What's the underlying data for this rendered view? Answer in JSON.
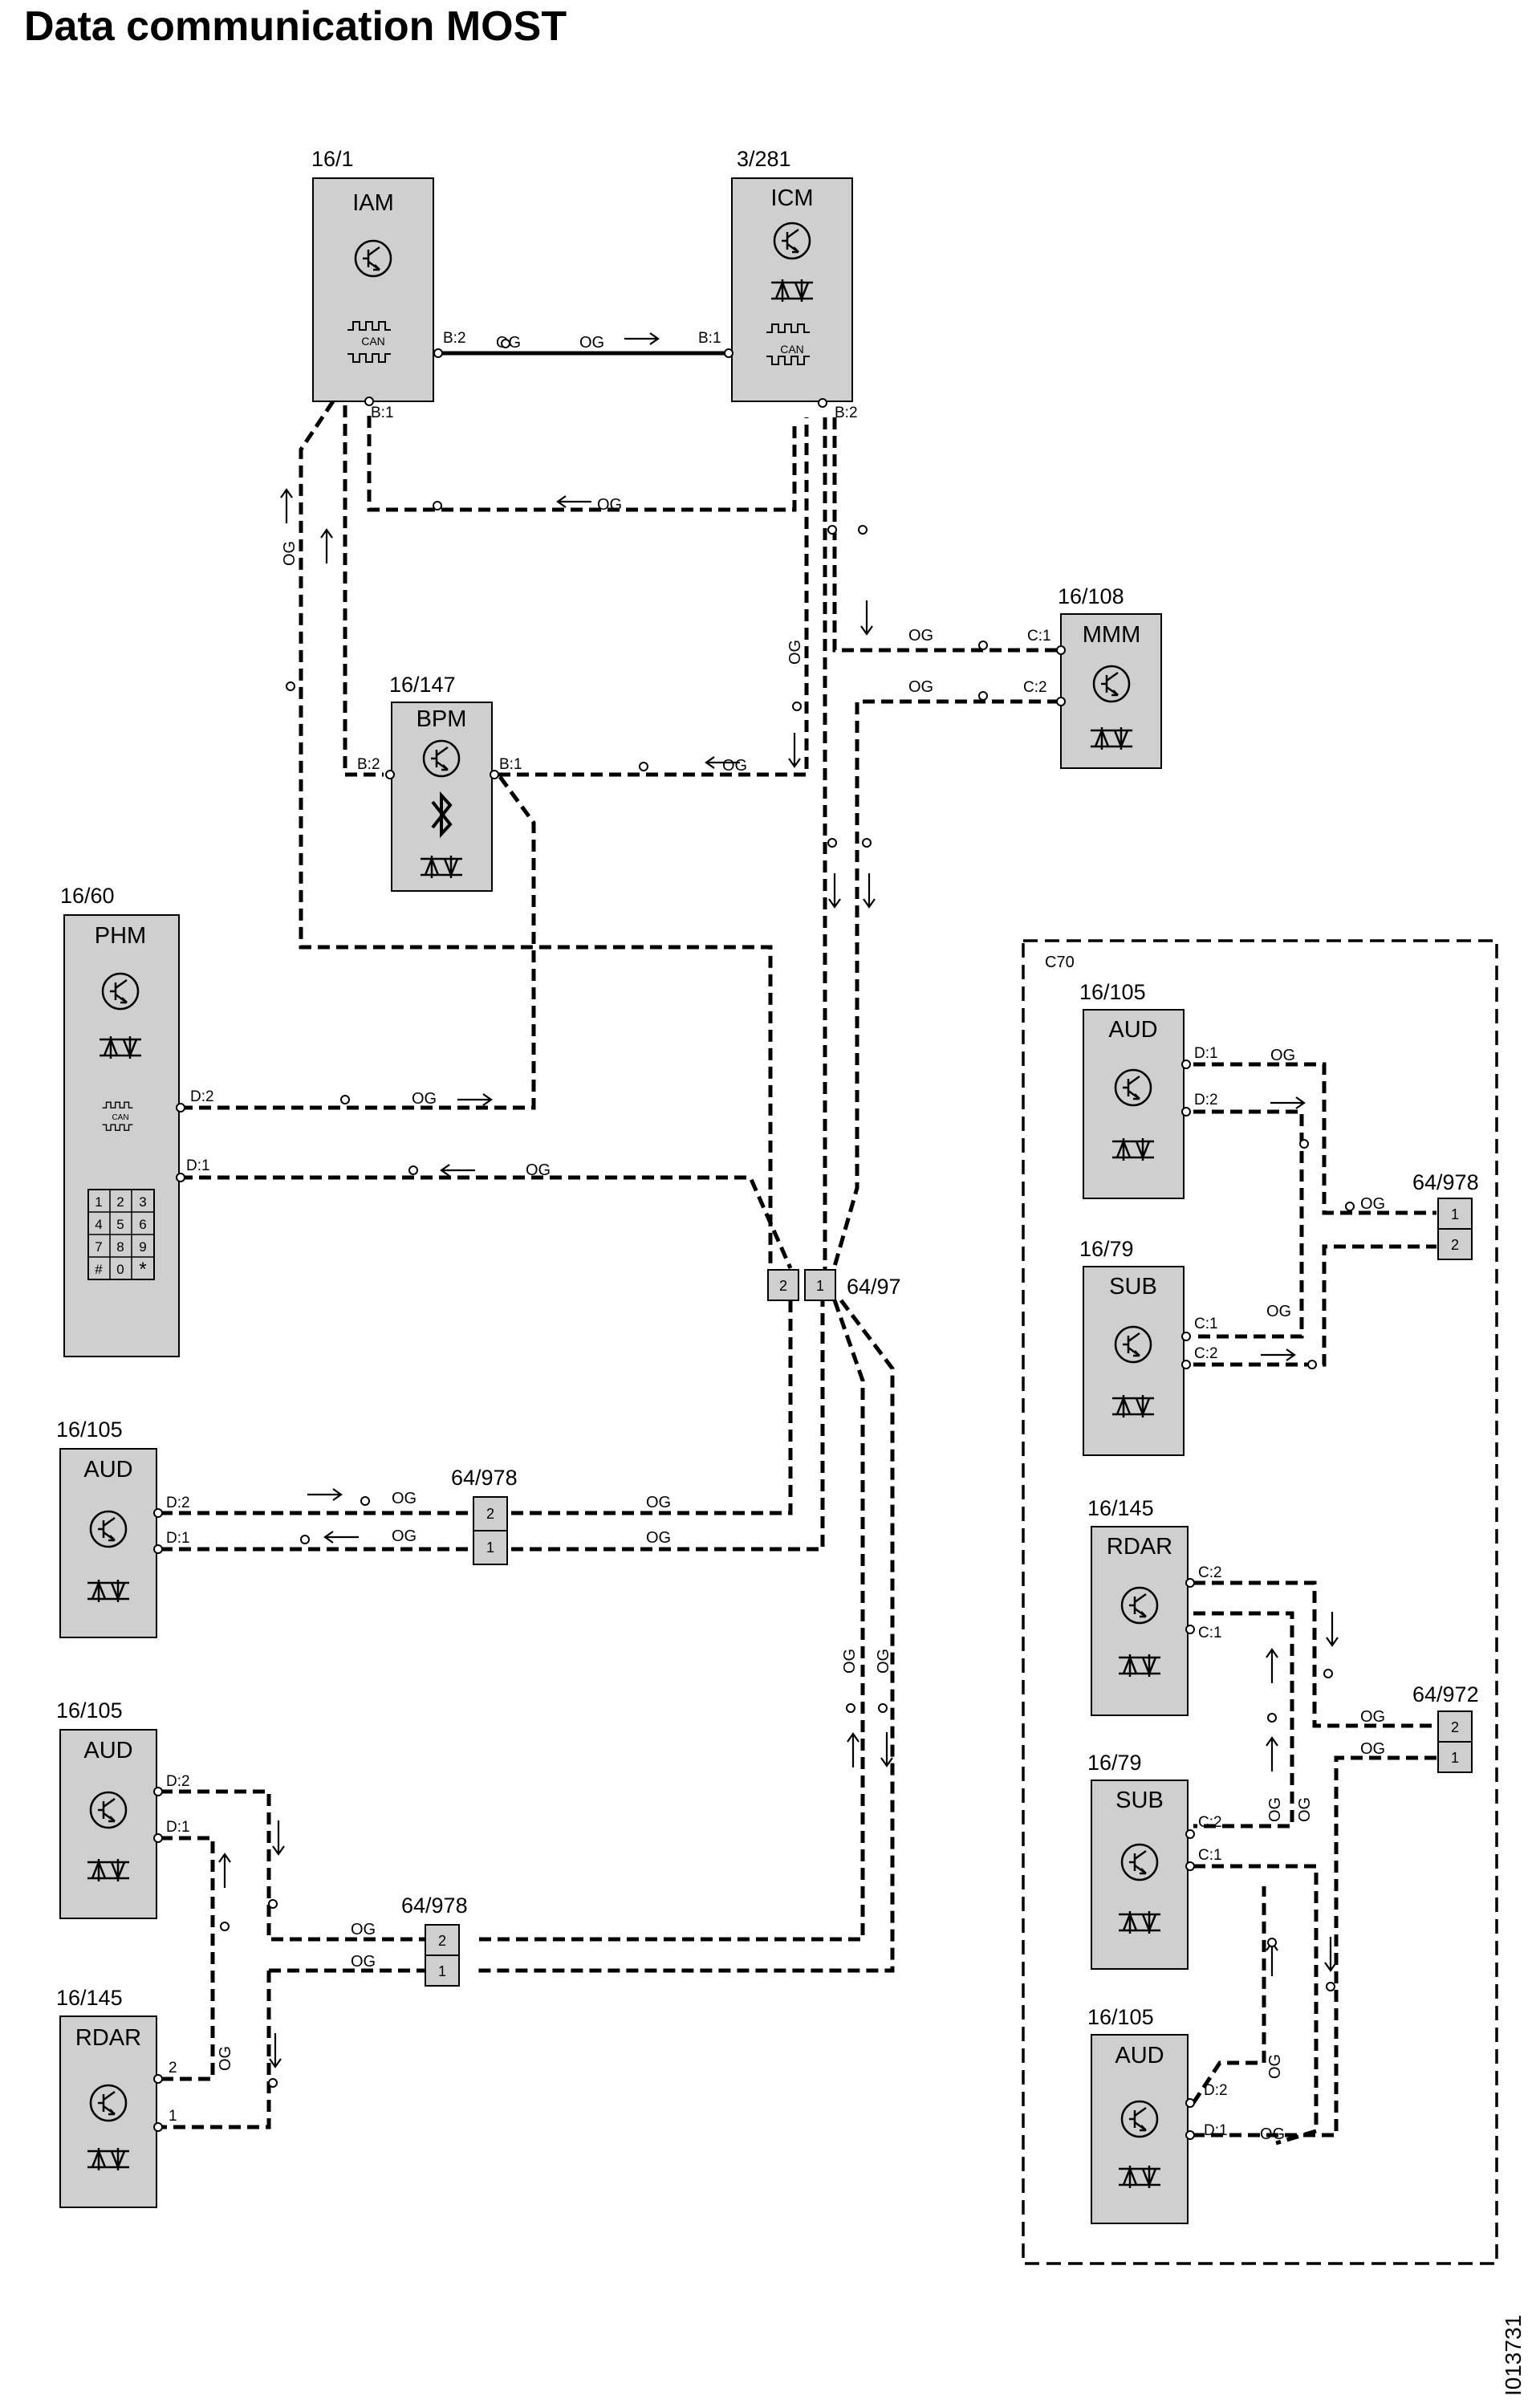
{
  "title": "Data communication MOST",
  "document_id": "I013731",
  "wire_color": "OG",
  "frame": {
    "label": "C70"
  },
  "modules": [
    {
      "id": "m-iam",
      "ref": "16/1",
      "name": "IAM"
    },
    {
      "id": "m-icm",
      "ref": "3/281",
      "name": "ICM"
    },
    {
      "id": "m-mmm",
      "ref": "16/108",
      "name": "MMM"
    },
    {
      "id": "m-bpm",
      "ref": "16/147",
      "name": "BPM"
    },
    {
      "id": "m-phm",
      "ref": "16/60",
      "name": "PHM"
    },
    {
      "id": "m-aud-1",
      "ref": "16/105",
      "name": "AUD"
    },
    {
      "id": "m-aud-2",
      "ref": "16/105",
      "name": "AUD"
    },
    {
      "id": "m-rdar-1",
      "ref": "16/145",
      "name": "RDAR"
    },
    {
      "id": "m-aud-3",
      "ref": "16/105",
      "name": "AUD"
    },
    {
      "id": "m-sub-1",
      "ref": "16/79",
      "name": "SUB"
    },
    {
      "id": "m-rdar-2",
      "ref": "16/145",
      "name": "RDAR"
    },
    {
      "id": "m-sub-2",
      "ref": "16/79",
      "name": "SUB"
    },
    {
      "id": "m-aud-4",
      "ref": "16/105",
      "name": "AUD"
    }
  ],
  "connectors": [
    {
      "id": "c-6497",
      "ref": "64/97",
      "pins": [
        "2",
        "1"
      ]
    },
    {
      "id": "c-978-a",
      "ref": "64/978",
      "pins": [
        "2",
        "1"
      ]
    },
    {
      "id": "c-978-b",
      "ref": "64/978",
      "pins": [
        "2",
        "1"
      ]
    },
    {
      "id": "c-978-c",
      "ref": "64/978",
      "pins": [
        "1",
        "2"
      ]
    },
    {
      "id": "c-972",
      "ref": "64/972",
      "pins": [
        "2",
        "1"
      ]
    }
  ],
  "pin_labels": [
    "B:2",
    "B:1",
    "B:1",
    "B:2",
    "C:1",
    "C:2",
    "B:2",
    "B:1",
    "D:2",
    "D:1",
    "D:2",
    "D:1",
    "D:2",
    "D:1",
    "2",
    "1",
    "D:1",
    "D:2",
    "C:1",
    "C:2",
    "C:2",
    "C:1",
    "C:2",
    "C:1",
    "D:2",
    "D:1"
  ],
  "can_label": "CAN",
  "keypad": [
    "1",
    "2",
    "3",
    "4",
    "5",
    "6",
    "7",
    "8",
    "9",
    "#",
    "0",
    "*"
  ]
}
